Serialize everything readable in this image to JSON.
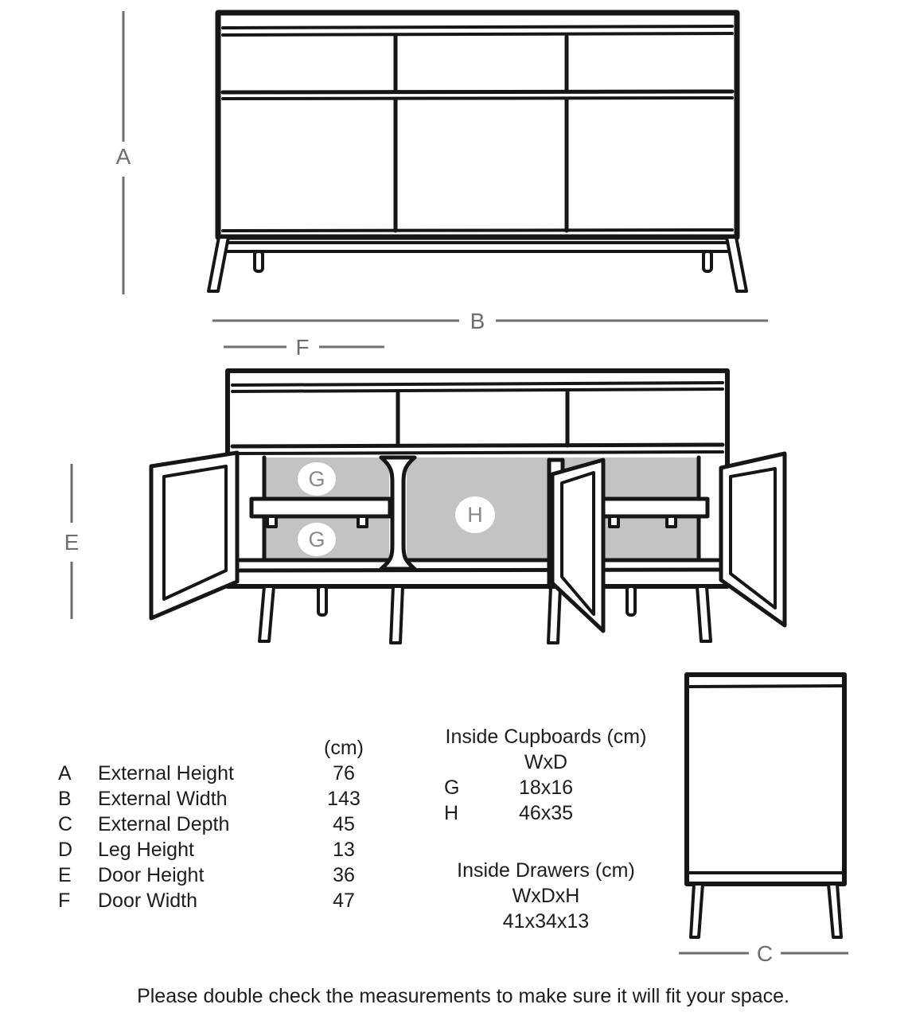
{
  "colors": {
    "line": "#161616",
    "dimension_gray": "#6e6e6e",
    "interior_fill": "#c3c3c3",
    "label_gray": "#8a8a8a",
    "background": "#ffffff"
  },
  "diagram_labels": {
    "a": "A",
    "b": "B",
    "f": "F",
    "e": "E",
    "c": "C",
    "g": "G",
    "h": "H"
  },
  "dimensions_table": {
    "unit_header": "(cm)",
    "rows": [
      {
        "letter": "A",
        "label": "External Height",
        "value": "76"
      },
      {
        "letter": "B",
        "label": "External Width",
        "value": "143"
      },
      {
        "letter": "C",
        "label": "External Depth",
        "value": "45"
      },
      {
        "letter": "D",
        "label": "Leg Height",
        "value": "13"
      },
      {
        "letter": "E",
        "label": "Door Height",
        "value": "36"
      },
      {
        "letter": "F",
        "label": "Door Width",
        "value": "47"
      }
    ]
  },
  "cupboards_table": {
    "title": "Inside Cupboards (cm)",
    "unit_format": "WxD",
    "rows": [
      {
        "letter": "G",
        "value": "18x16"
      },
      {
        "letter": "H",
        "value": "46x35"
      }
    ]
  },
  "drawers_table": {
    "title": "Inside Drawers (cm)",
    "unit_format": "WxDxH",
    "value": "41x34x13"
  },
  "footer": {
    "text": "Please double check the measurements to make sure it will fit your space."
  }
}
